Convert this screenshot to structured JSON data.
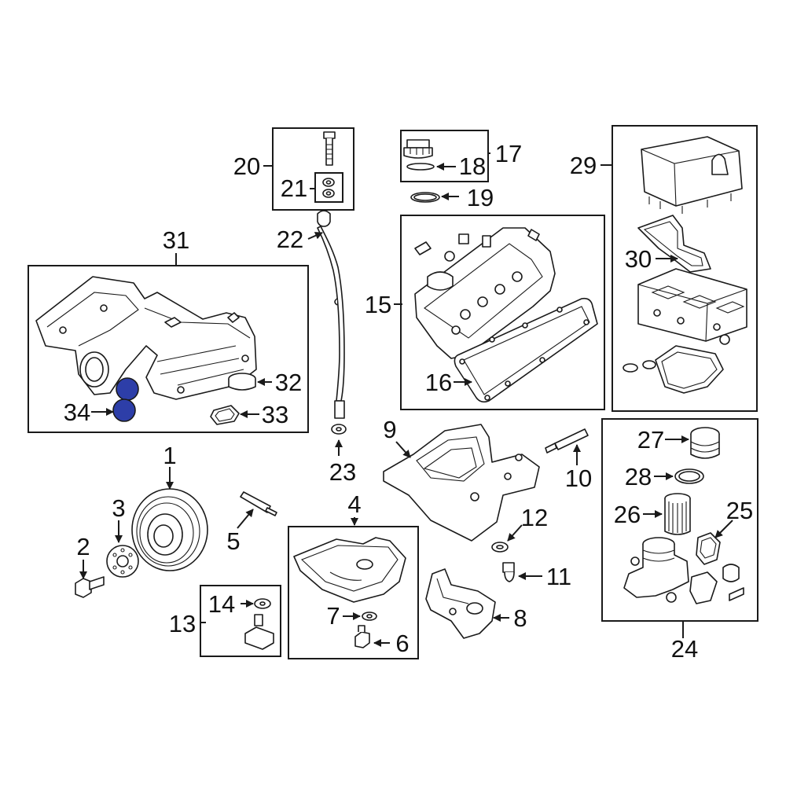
{
  "diagram": {
    "highlight_color": "#2d3ea8",
    "callouts": {
      "c1": "1",
      "c2": "2",
      "c3": "3",
      "c4": "4",
      "c5": "5",
      "c6": "6",
      "c7": "7",
      "c8": "8",
      "c9": "9",
      "c10": "10",
      "c11": "11",
      "c12": "12",
      "c13": "13",
      "c14": "14",
      "c15": "15",
      "c16": "16",
      "c17": "17",
      "c18": "18",
      "c19": "19",
      "c20": "20",
      "c21": "21",
      "c22": "22",
      "c23": "23",
      "c24": "24",
      "c25": "25",
      "c26": "26",
      "c27": "27",
      "c28": "28",
      "c29": "29",
      "c30": "30",
      "c31": "31",
      "c32": "32",
      "c33": "33",
      "c34": "34"
    }
  }
}
